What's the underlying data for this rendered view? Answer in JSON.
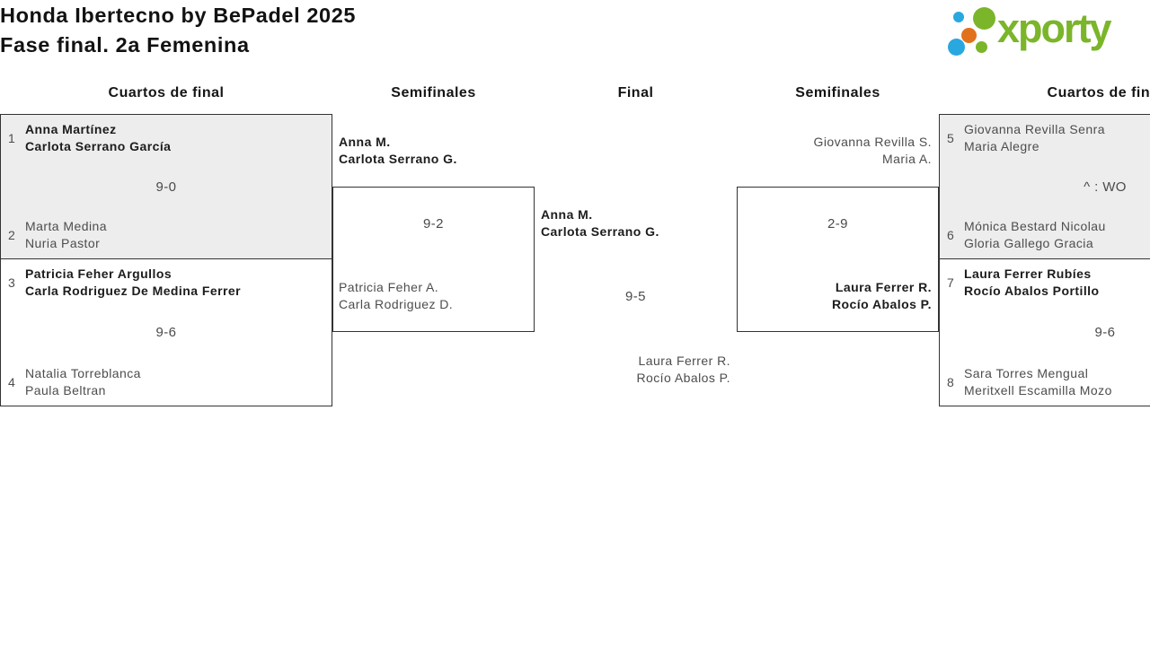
{
  "title": {
    "line1": "Honda Ibertecno by BePadel 2025",
    "line2": "Fase final. 2a Femenina"
  },
  "logo": {
    "brand": "xporty",
    "green": "#7bb52a",
    "blue": "#29a8e0",
    "orange": "#e2711d"
  },
  "round_headers": {
    "qf_left": "Cuartos de final",
    "sf_left": "Semifinales",
    "final": "Final",
    "sf_right": "Semifinales",
    "qf_right": "Cuartos de final"
  },
  "matches": {
    "qf1": {
      "seed_top": "1",
      "team_top": [
        "Anna Martínez",
        "Carlota Serrano García"
      ],
      "score": "9-0",
      "seed_bottom": "2",
      "team_bottom": [
        "Marta Medina",
        "Nuria Pastor"
      ]
    },
    "qf2": {
      "seed_top": "3",
      "team_top": [
        "Patricia Feher Argullos",
        "Carla Rodriguez De Medina Ferrer"
      ],
      "score": "9-6",
      "seed_bottom": "4",
      "team_bottom": [
        "Natalia Torreblanca",
        "Paula Beltran"
      ]
    },
    "sf_left": {
      "team_top": [
        "Anna M.",
        "Carlota Serrano G."
      ],
      "score": "9-2",
      "team_bottom": [
        "Patricia Feher A.",
        "Carla Rodriguez D."
      ]
    },
    "final": {
      "team_top": [
        "Anna M.",
        "Carlota Serrano G."
      ],
      "score": "9-5",
      "team_bottom": [
        "Laura Ferrer R.",
        "Rocío Abalos P."
      ]
    },
    "sf_right": {
      "team_top": [
        "Giovanna Revilla S.",
        "Maria A."
      ],
      "score": "2-9",
      "team_bottom": [
        "Laura Ferrer R.",
        "Rocío Abalos P."
      ]
    },
    "qf3": {
      "seed_top": "5",
      "team_top": [
        "Giovanna Revilla Senra",
        "Maria Alegre"
      ],
      "score": "^ : WO",
      "seed_bottom": "6",
      "team_bottom": [
        "Mónica Bestard Nicolau",
        "Gloria Gallego Gracia"
      ]
    },
    "qf4": {
      "seed_top": "7",
      "team_top": [
        "Laura Ferrer Rubíes",
        "Rocío Abalos Portillo"
      ],
      "score": "9-6",
      "seed_bottom": "8",
      "team_bottom": [
        "Sara Torres Mengual",
        "Meritxell Escamilla Mozo"
      ]
    }
  }
}
